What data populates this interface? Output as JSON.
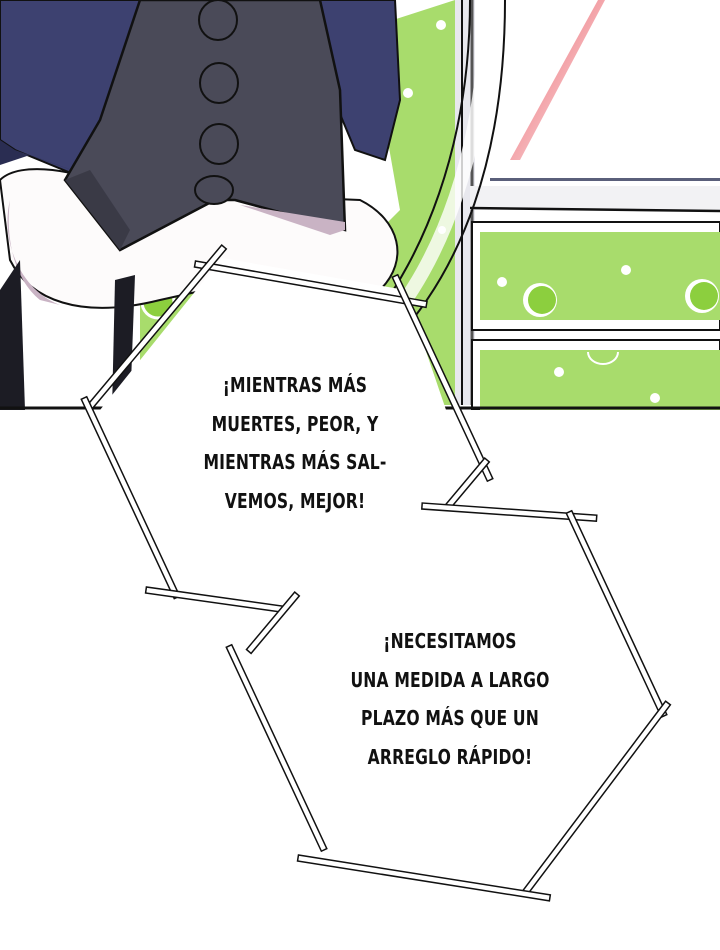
{
  "panel": {
    "description": "Manga panel: character in dark vest with buttons and navy jacket, green polka-dot drawers in background",
    "colors": {
      "jacket": "#3d4170",
      "vest": "#4a4a58",
      "skin_shadow": "#c9b3c4",
      "green_panel": "#a8dc6c",
      "green_dot": "#8ccf3e",
      "red_streak": "#e8505a",
      "frame_line": "#111111"
    }
  },
  "bubbles": [
    {
      "id": "bubble1",
      "shape": "hexagon-frame",
      "lines": [
        "¡MIENTRAS MÁS",
        "MUERTES, PEOR, Y",
        "MIENTRAS MÁS SAL-",
        "VEMOS, MEJOR!"
      ]
    },
    {
      "id": "bubble2",
      "shape": "hexagon-frame",
      "lines": [
        "¡NECESITAMOS",
        "UNA MEDIDA A LARGO",
        "PLAZO MÁS QUE UN",
        "ARREGLO RÁPIDO!"
      ]
    }
  ]
}
